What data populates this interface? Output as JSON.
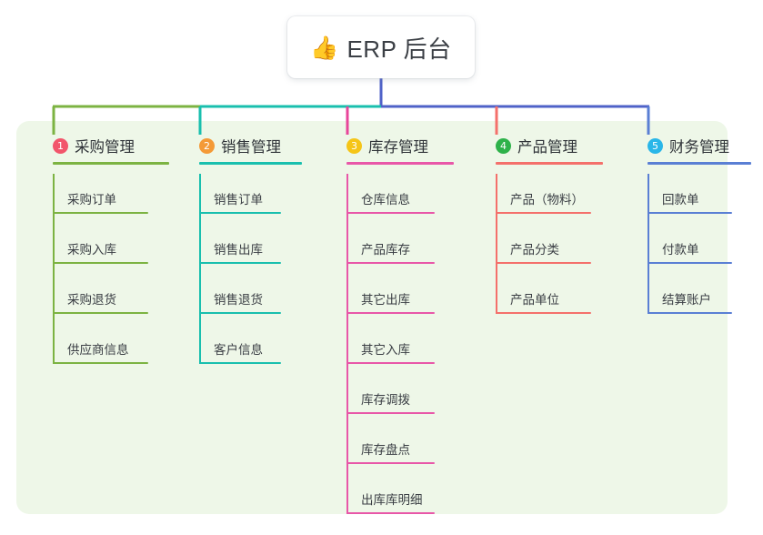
{
  "diagram": {
    "type": "mindmap-tree",
    "root": {
      "emoji_icon": "thumbs-up",
      "emoji_glyph": "👍",
      "label": "ERP 后台"
    },
    "panel_color": "#eef7e8",
    "trunk_color": "#4f62c8",
    "connector_segments": [
      {
        "name": "segment-green",
        "color": "#6bb13c"
      },
      {
        "name": "segment-teal",
        "color": "#19bfae"
      },
      {
        "name": "segment-blue",
        "color": "#4f62c8"
      }
    ],
    "branches": [
      {
        "index": "1",
        "title": "采购管理",
        "badge_color": "#f2556b",
        "line_color": "#7cb342",
        "drop_color": "#7cb342",
        "items": [
          "采购订单",
          "采购入库",
          "采购退货",
          "供应商信息"
        ]
      },
      {
        "index": "2",
        "title": "销售管理",
        "badge_color": "#f49a37",
        "line_color": "#19bfae",
        "drop_color": "#19bfae",
        "items": [
          "销售订单",
          "销售出库",
          "销售退货",
          "客户信息"
        ]
      },
      {
        "index": "3",
        "title": "库存管理",
        "badge_color": "#f5c518",
        "line_color": "#e857a8",
        "drop_color": "#e8459a",
        "items": [
          "仓库信息",
          "产品库存",
          "其它出库",
          "其它入库",
          "库存调拨",
          "库存盘点",
          "出库库明细"
        ]
      },
      {
        "index": "4",
        "title": "产品管理",
        "badge_color": "#2eb24a",
        "line_color": "#f4706b",
        "drop_color": "#f4706b",
        "items": [
          "产品（物料）",
          "产品分类",
          "产品单位"
        ]
      },
      {
        "index": "5",
        "title": "财务管理",
        "badge_color": "#29b6e8",
        "line_color": "#5a7fd4",
        "drop_color": "#5a7fd4",
        "items": [
          "回款单",
          "付款单",
          "结算账户"
        ]
      }
    ]
  }
}
